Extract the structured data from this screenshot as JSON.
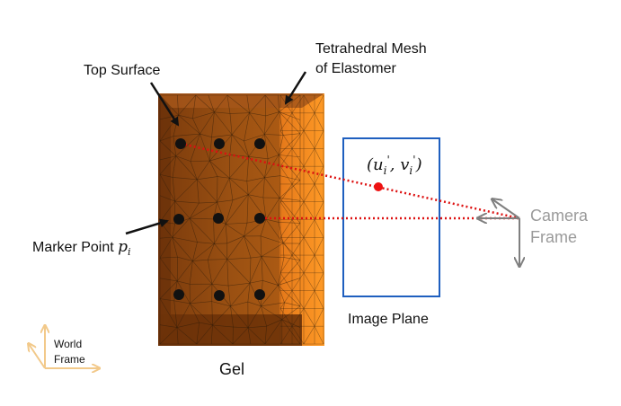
{
  "labels": {
    "top_surface": "Top Surface",
    "mesh_line1": "Tetrahedral Mesh",
    "mesh_line2": "of Elastomer",
    "marker_point": "Marker Point",
    "marker_symbol": "p",
    "marker_subscript": "i",
    "projection_u": "u",
    "projection_v": "v",
    "projection_sub": "i",
    "projection_prime": "'",
    "camera_line1": "Camera",
    "camera_line2": "Frame",
    "image_plane": "Image Plane",
    "world_line1": "World",
    "world_line2": "Frame",
    "gel": "Gel"
  },
  "colors": {
    "gel_front": "#8a4410",
    "gel_side": "#f08c1e",
    "mesh_line": "#2a1a0a",
    "marker": "#111111",
    "projection_point": "#ee1111",
    "ray": "#dd1111",
    "image_plane": "#1f5fbf",
    "camera_axes": "#7f7f7f",
    "camera_text": "#9a9a9a",
    "world_axes": "#f2c98a"
  },
  "markers": {
    "rows": 3,
    "cols": 3
  }
}
